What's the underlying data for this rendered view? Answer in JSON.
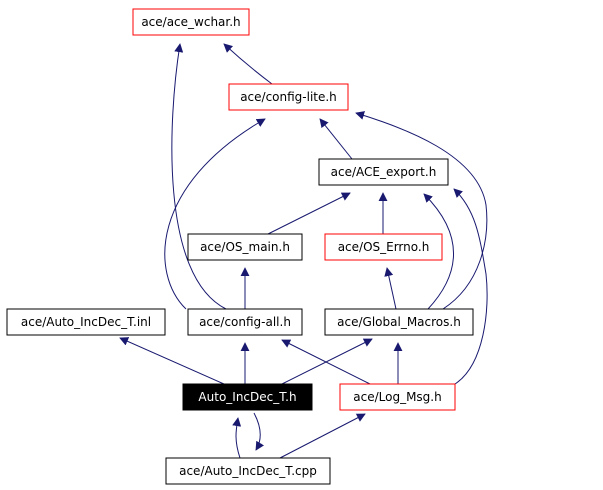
{
  "diagram": {
    "nodes": [
      {
        "id": "ace_wchar",
        "label": "ace/ace_wchar.h",
        "border": "#ff0000",
        "fill": "#ffffff",
        "text": "#000000"
      },
      {
        "id": "config_lite",
        "label": "ace/config-lite.h",
        "border": "#ff0000",
        "fill": "#ffffff",
        "text": "#000000"
      },
      {
        "id": "ace_export",
        "label": "ace/ACE_export.h",
        "border": "#000000",
        "fill": "#ffffff",
        "text": "#000000"
      },
      {
        "id": "os_main",
        "label": "ace/OS_main.h",
        "border": "#000000",
        "fill": "#ffffff",
        "text": "#000000"
      },
      {
        "id": "os_errno",
        "label": "ace/OS_Errno.h",
        "border": "#ff0000",
        "fill": "#ffffff",
        "text": "#000000"
      },
      {
        "id": "auto_incdec_inl",
        "label": "ace/Auto_IncDec_T.inl",
        "border": "#000000",
        "fill": "#ffffff",
        "text": "#000000"
      },
      {
        "id": "config_all",
        "label": "ace/config-all.h",
        "border": "#000000",
        "fill": "#ffffff",
        "text": "#000000"
      },
      {
        "id": "global_macros",
        "label": "ace/Global_Macros.h",
        "border": "#000000",
        "fill": "#ffffff",
        "text": "#000000"
      },
      {
        "id": "auto_incdec_h",
        "label": "Auto_IncDec_T.h",
        "border": "#000000",
        "fill": "#000000",
        "text": "#ffffff"
      },
      {
        "id": "log_msg",
        "label": "ace/Log_Msg.h",
        "border": "#ff0000",
        "fill": "#ffffff",
        "text": "#000000"
      },
      {
        "id": "auto_incdec_cpp",
        "label": "ace/Auto_IncDec_T.cpp",
        "border": "#000000",
        "fill": "#ffffff",
        "text": "#000000"
      }
    ],
    "edges": [
      {
        "from": "config_lite",
        "to": "ace_wchar"
      },
      {
        "from": "config_all",
        "to": "ace_wchar"
      },
      {
        "from": "config_all",
        "to": "config_lite"
      },
      {
        "from": "ace_export",
        "to": "config_lite"
      },
      {
        "from": "global_macros",
        "to": "config_lite"
      },
      {
        "from": "os_main",
        "to": "ace_export"
      },
      {
        "from": "os_errno",
        "to": "ace_export"
      },
      {
        "from": "global_macros",
        "to": "ace_export"
      },
      {
        "from": "log_msg",
        "to": "ace_export"
      },
      {
        "from": "config_all",
        "to": "os_main"
      },
      {
        "from": "global_macros",
        "to": "os_errno"
      },
      {
        "from": "auto_incdec_h",
        "to": "auto_incdec_inl"
      },
      {
        "from": "auto_incdec_h",
        "to": "config_all"
      },
      {
        "from": "log_msg",
        "to": "config_all"
      },
      {
        "from": "auto_incdec_h",
        "to": "global_macros"
      },
      {
        "from": "log_msg",
        "to": "global_macros"
      },
      {
        "from": "auto_incdec_cpp",
        "to": "auto_incdec_h"
      },
      {
        "from": "auto_incdec_h",
        "to": "auto_incdec_cpp"
      },
      {
        "from": "auto_incdec_cpp",
        "to": "log_msg"
      }
    ],
    "edge_color": "#191970"
  }
}
